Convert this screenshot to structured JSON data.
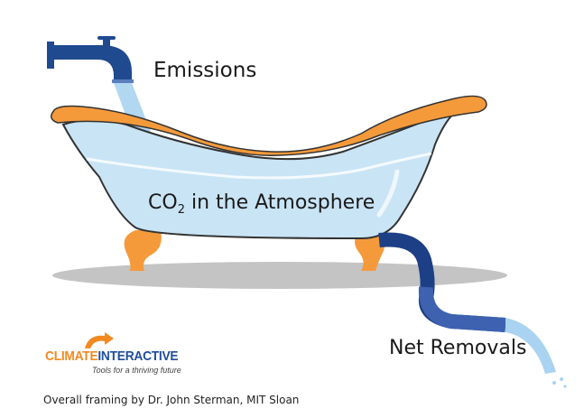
{
  "labels": {
    "emissions": "Emissions",
    "stock_prefix": "CO",
    "stock_subscript": "2",
    "stock_suffix": " in the Atmosphere",
    "net_removals": "Net Removals",
    "credit": "Overall framing by Dr. John Sterman, MIT Sloan"
  },
  "logo": {
    "name_part1": "CLIMATE",
    "name_part2": "INTERACTIVE",
    "tagline": "Tools for a thriving future"
  },
  "colors": {
    "faucet": "#1f4a8f",
    "water": "#a9d3f0",
    "tub_rim": "#f59a3b",
    "tub_body": "#c9e4f5",
    "drain_hose": "#1d3f86",
    "shadow": "#c4c4c4"
  }
}
